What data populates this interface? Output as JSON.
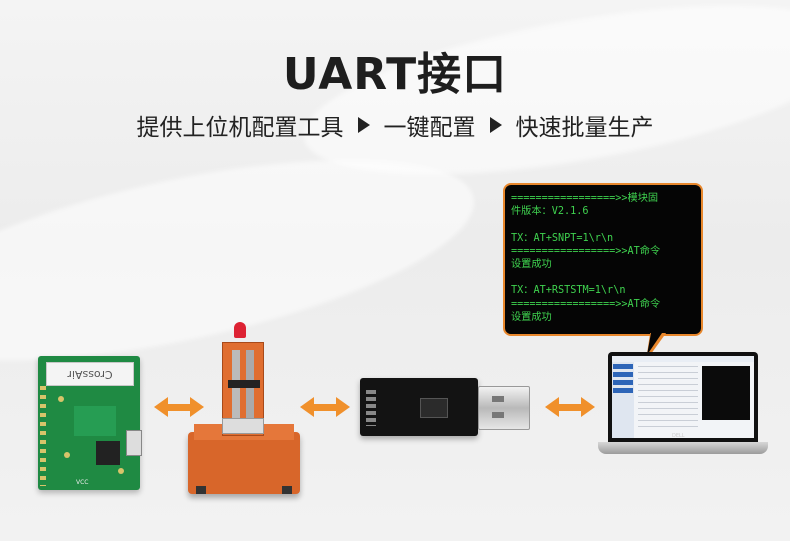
{
  "title": "UART接口",
  "subtitle": {
    "part1": "提供上位机配置工具",
    "part2": "一键配置",
    "part3": "快速批量生产"
  },
  "terminal": {
    "lines": [
      "=================>>模块固",
      "件版本：V2.1.6",
      "",
      "TX：AT+SNPT=1\\r\\n",
      "=================>>AT命令",
      "设置成功",
      "",
      "TX：AT+RSTSTM=1\\r\\n",
      "=================>>AT命令",
      "设置成功"
    ]
  },
  "devices": {
    "pcb_label": "CrossAir",
    "pcb_vcc": "VCC",
    "laptop_logo": "DELL"
  },
  "colors": {
    "accent_orange": "#f0902b",
    "terminal_green": "#3fd24f",
    "terminal_border": "#e8872c"
  }
}
